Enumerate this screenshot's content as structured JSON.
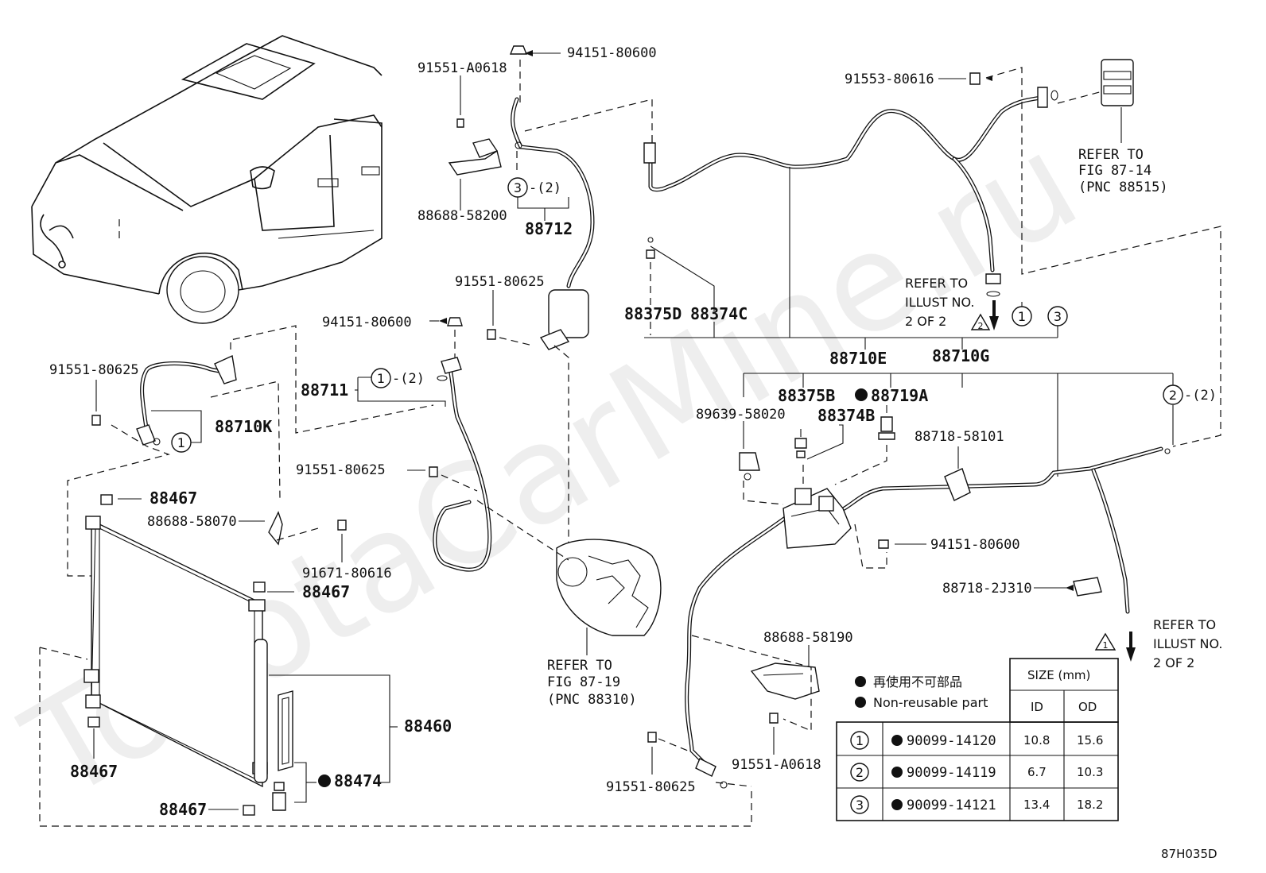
{
  "watermark": "ToyotaCarMine.ru",
  "drawing_code": "87H035D",
  "labels": {
    "l_94151_80600_top": "94151-80600",
    "l_91551_A0618_top": "91551-A0618",
    "l_88688_58200": "88688-58200",
    "l_88712": "88712",
    "l_91551_80625_mid": "91551-80625",
    "l_94151_80600_mid": "94151-80600",
    "l_88711": "88711",
    "l_91551_80625_left": "91551-80625",
    "l_88710K": "88710K",
    "l_91551_80625_hose": "91551-80625",
    "l_88467_a": "88467",
    "l_88688_58070": "88688-58070",
    "l_91671_80616": "91671-80616",
    "l_88467_b": "88467",
    "l_88460": "88460",
    "l_88467_c": "88467",
    "l_88474": "88474",
    "l_88467_d": "88467",
    "l_91553_80616": "91553-80616",
    "l_88375D": "88375D",
    "l_88374C": "88374C",
    "l_88710E": "88710E",
    "l_88710G": "88710G",
    "l_89639_58020": "89639-58020",
    "l_88375B": "88375B",
    "l_88719A": "88719A",
    "l_88374B": "88374B",
    "l_88718_58101": "88718-58101",
    "l_94151_80600_right": "94151-80600",
    "l_88718_2J310": "88718-2J310",
    "l_88688_58190": "88688-58190",
    "l_91551_A0618_bot": "91551-A0618",
    "l_91551_80625_bot": "91551-80625"
  },
  "refs": {
    "fig_87_14": [
      "REFER TO",
      "FIG 87-14",
      "(PNC 88515)"
    ],
    "fig_87_19": [
      "REFER TO",
      "FIG 87-19",
      "(PNC 88310)"
    ],
    "illust_top": [
      "REFER TO",
      "ILLUST NO.",
      "2 OF 2"
    ],
    "illust_bot": [
      "REFER TO",
      "ILLUST NO.",
      "2 OF 2"
    ]
  },
  "callouts": {
    "c3_qty": "3",
    "c3_suffix": "-(2)",
    "c1_qty": "1",
    "c1_suffix": "-(2)",
    "c1_88710K": "1",
    "c1_right": "1",
    "c3_right": "3",
    "c2_qty": "2",
    "c2_suffix": "-(2)",
    "warn_top": "2",
    "warn_bot": "1"
  },
  "legend": {
    "jp_text": "再使用不可部品",
    "en_text": "Non-reusable part"
  },
  "oring_table": {
    "header_group": "SIZE (mm)",
    "columns": [
      "ID",
      "OD"
    ],
    "rows": [
      {
        "ref": "1",
        "part": "90099-14120",
        "id": "10.8",
        "od": "15.6"
      },
      {
        "ref": "2",
        "part": "90099-14119",
        "id": "6.7",
        "od": "10.3"
      },
      {
        "ref": "3",
        "part": "90099-14121",
        "id": "13.4",
        "od": "18.2"
      }
    ]
  }
}
